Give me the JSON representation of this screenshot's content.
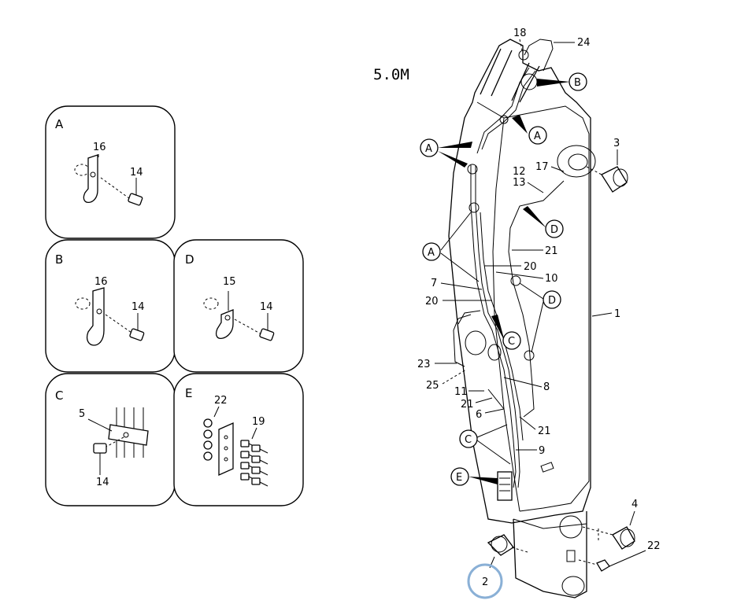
{
  "title": "5.0M",
  "accent_color": "#8ab0d6",
  "panels": {
    "A": {
      "letter": "A",
      "labels": [
        "16",
        "14"
      ]
    },
    "B": {
      "letter": "B",
      "labels": [
        "16",
        "14"
      ]
    },
    "C": {
      "letter": "C",
      "labels": [
        "5",
        "14"
      ]
    },
    "D": {
      "letter": "D",
      "labels": [
        "15",
        "14"
      ]
    },
    "E": {
      "letter": "E",
      "labels": [
        "22",
        "19"
      ]
    }
  },
  "callouts": {
    "a1": "A",
    "a2": "A",
    "a3": "A",
    "b1": "B",
    "c1": "C",
    "c2": "C",
    "d1": "D",
    "d2": "D",
    "e1": "E"
  },
  "part_numbers": {
    "n1": "1",
    "n2": "2",
    "n3": "3",
    "n4": "4",
    "n6": "6",
    "n7": "7",
    "n8": "8",
    "n9": "9",
    "n10": "10",
    "n11": "11",
    "n12": "12",
    "n13": "13",
    "n17": "17",
    "n18": "18",
    "n20a": "20",
    "n20b": "20",
    "n21a": "21",
    "n21b": "21",
    "n21c": "21",
    "n22": "22",
    "n23": "23",
    "n24": "24",
    "n25": "25"
  }
}
